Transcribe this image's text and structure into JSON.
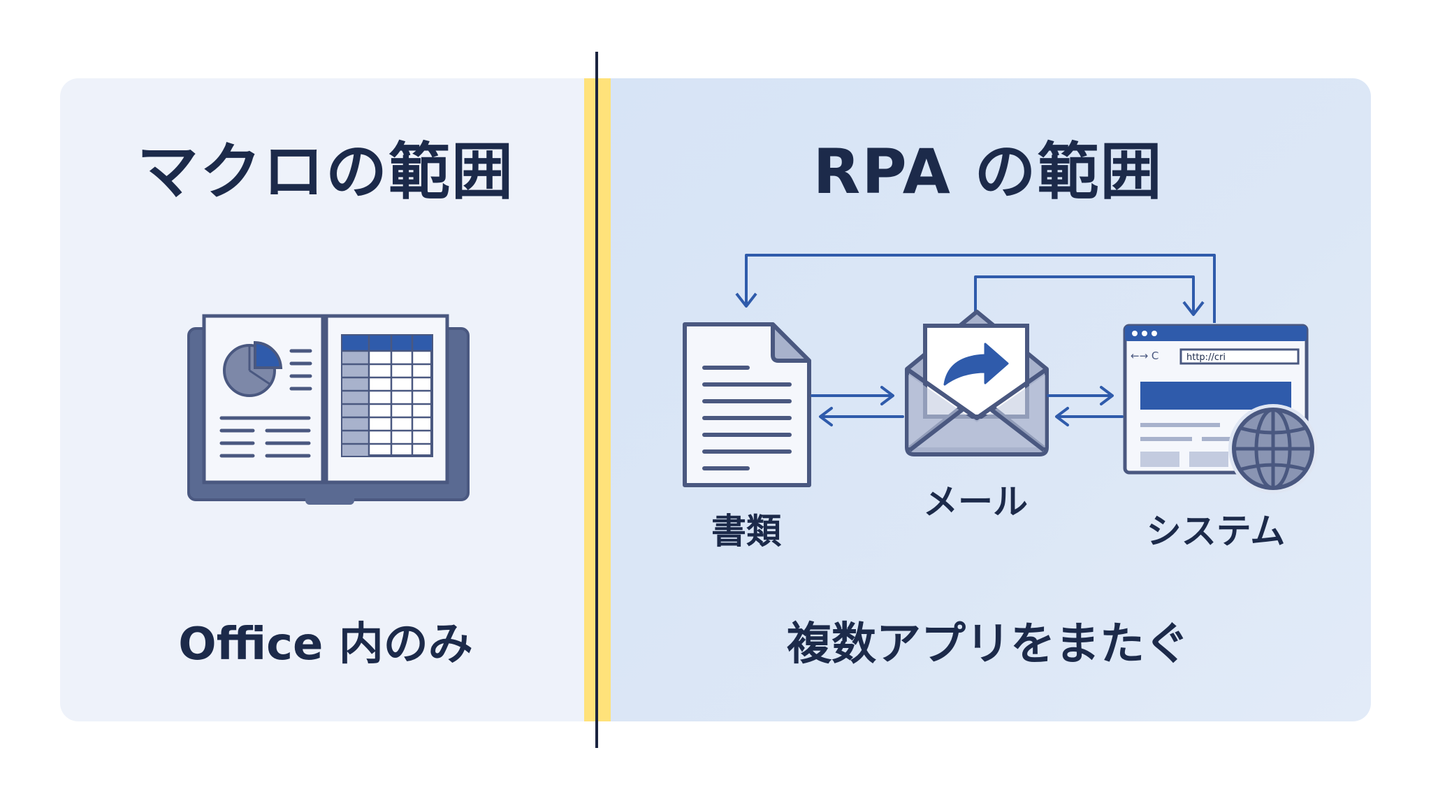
{
  "left": {
    "title": "マクロの範囲",
    "caption": "Office 内のみ",
    "icon": "open-book-with-chart-and-spreadsheet-icon"
  },
  "right": {
    "title": "RPA の範囲",
    "caption": "複数アプリをまたぐ",
    "nodes": [
      {
        "id": "document",
        "label": "書類",
        "icon": "document-icon"
      },
      {
        "id": "mail",
        "label": "メール",
        "icon": "envelope-forward-icon"
      },
      {
        "id": "system",
        "label": "システム",
        "icon": "browser-globe-icon"
      }
    ],
    "browser_url": "http://cri"
  },
  "colors": {
    "accent_blue": "#2f5bab",
    "ink": "#1c2a4a",
    "divider_yellow": "#ffe27a",
    "left_bg": "#eef2fa",
    "right_bg": "#d9e5f6"
  }
}
